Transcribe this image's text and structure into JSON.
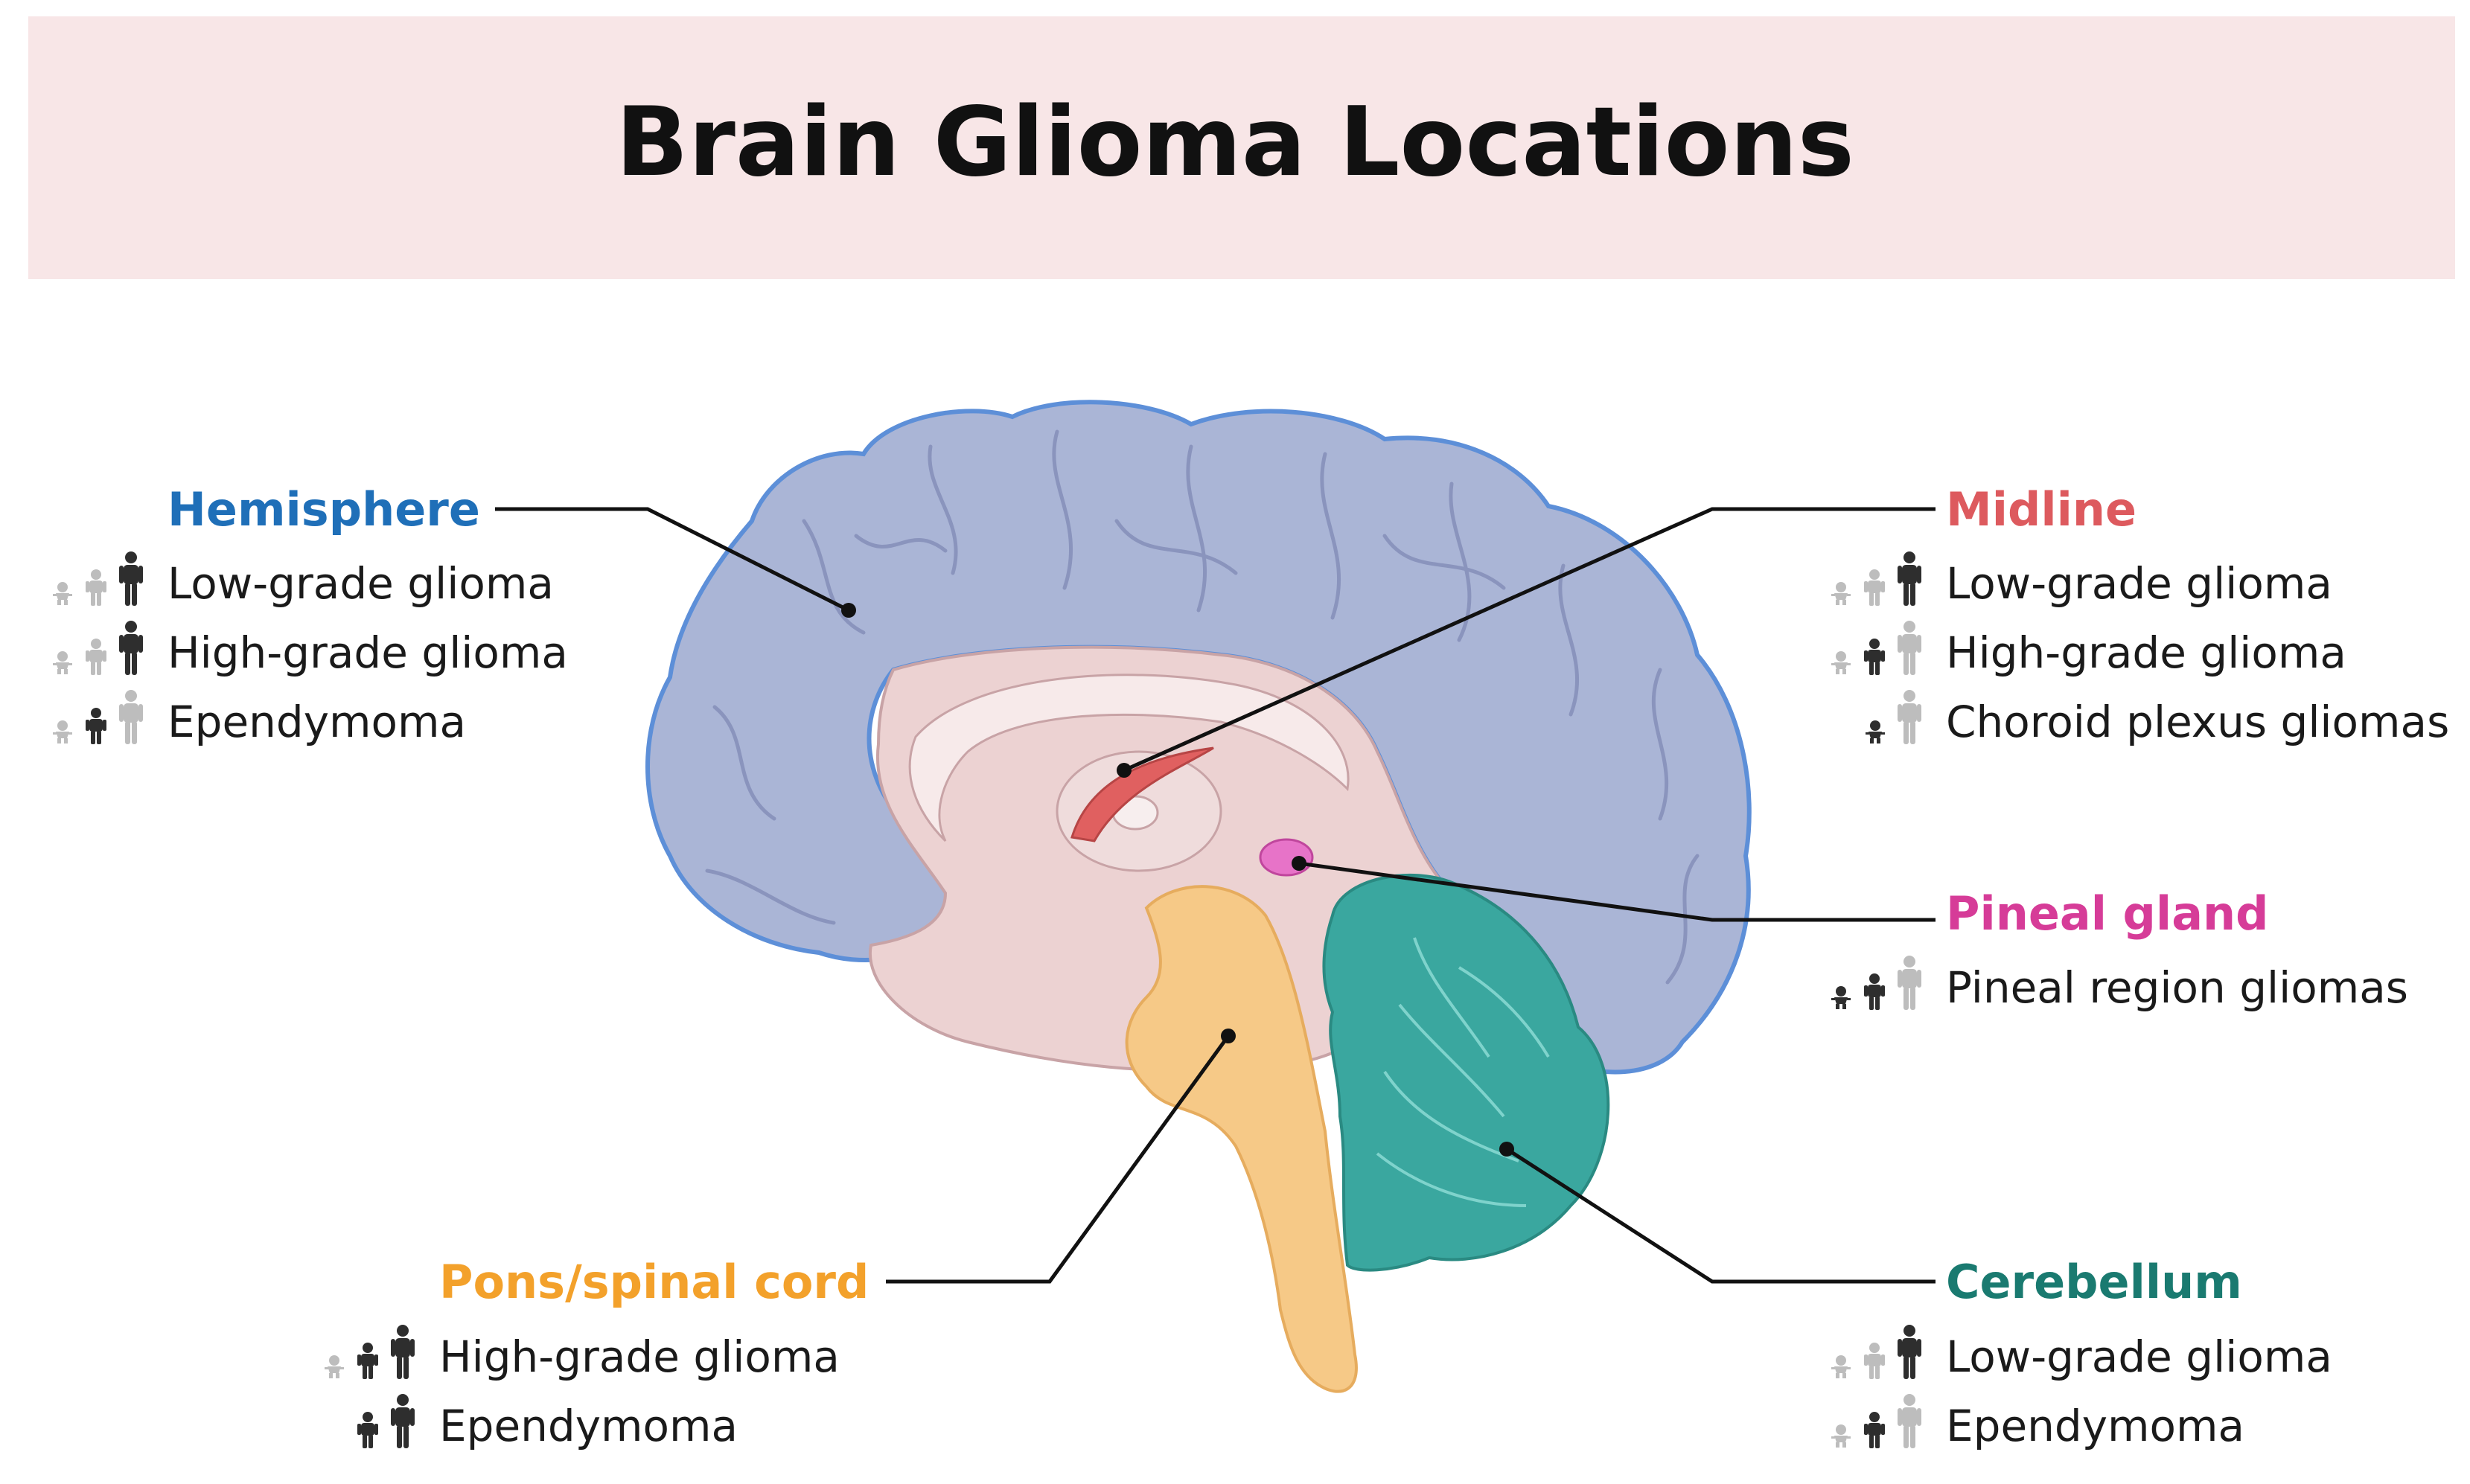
{
  "title": "Brain Glioma Locations",
  "colors": {
    "hemisphere": "#1f6fb8",
    "midline": "#dd5a5e",
    "pineal": "#d63c98",
    "pons": "#f3a12b",
    "cerebellum": "#1a7a70",
    "icon_dark": "#2e2e2e",
    "icon_light": "#bdbdbd"
  },
  "regions": {
    "hemisphere": {
      "heading": "Hemisphere",
      "items": [
        {
          "label": "Low-grade glioma",
          "icons": [
            "infant-light",
            "child-light",
            "adult-dark"
          ]
        },
        {
          "label": "High-grade glioma",
          "icons": [
            "infant-light",
            "child-light",
            "adult-dark"
          ]
        },
        {
          "label": "Ependymoma",
          "icons": [
            "infant-light",
            "child-dark",
            "adult-light"
          ]
        }
      ]
    },
    "midline": {
      "heading": "Midline",
      "items": [
        {
          "label": "Low-grade glioma",
          "icons": [
            "infant-light",
            "child-light",
            "adult-dark"
          ]
        },
        {
          "label": "High-grade glioma",
          "icons": [
            "infant-light",
            "child-dark",
            "adult-light"
          ]
        },
        {
          "label": "Choroid plexus gliomas",
          "icons": [
            "infant-dark",
            "adult-light"
          ]
        }
      ]
    },
    "pineal": {
      "heading": "Pineal gland",
      "items": [
        {
          "label": "Pineal region gliomas",
          "icons": [
            "infant-dark",
            "child-dark",
            "adult-light"
          ]
        }
      ]
    },
    "pons": {
      "heading": "Pons/spinal cord",
      "items": [
        {
          "label": "High-grade glioma",
          "icons": [
            "infant-light",
            "child-dark",
            "adult-dark"
          ]
        },
        {
          "label": "Ependymoma",
          "icons": [
            "child-dark",
            "adult-dark"
          ]
        }
      ]
    },
    "cerebellum": {
      "heading": "Cerebellum",
      "items": [
        {
          "label": "Low-grade glioma",
          "icons": [
            "infant-light",
            "child-light",
            "adult-dark"
          ]
        },
        {
          "label": "Ependymoma",
          "icons": [
            "infant-light",
            "child-dark",
            "adult-light"
          ]
        }
      ]
    }
  }
}
